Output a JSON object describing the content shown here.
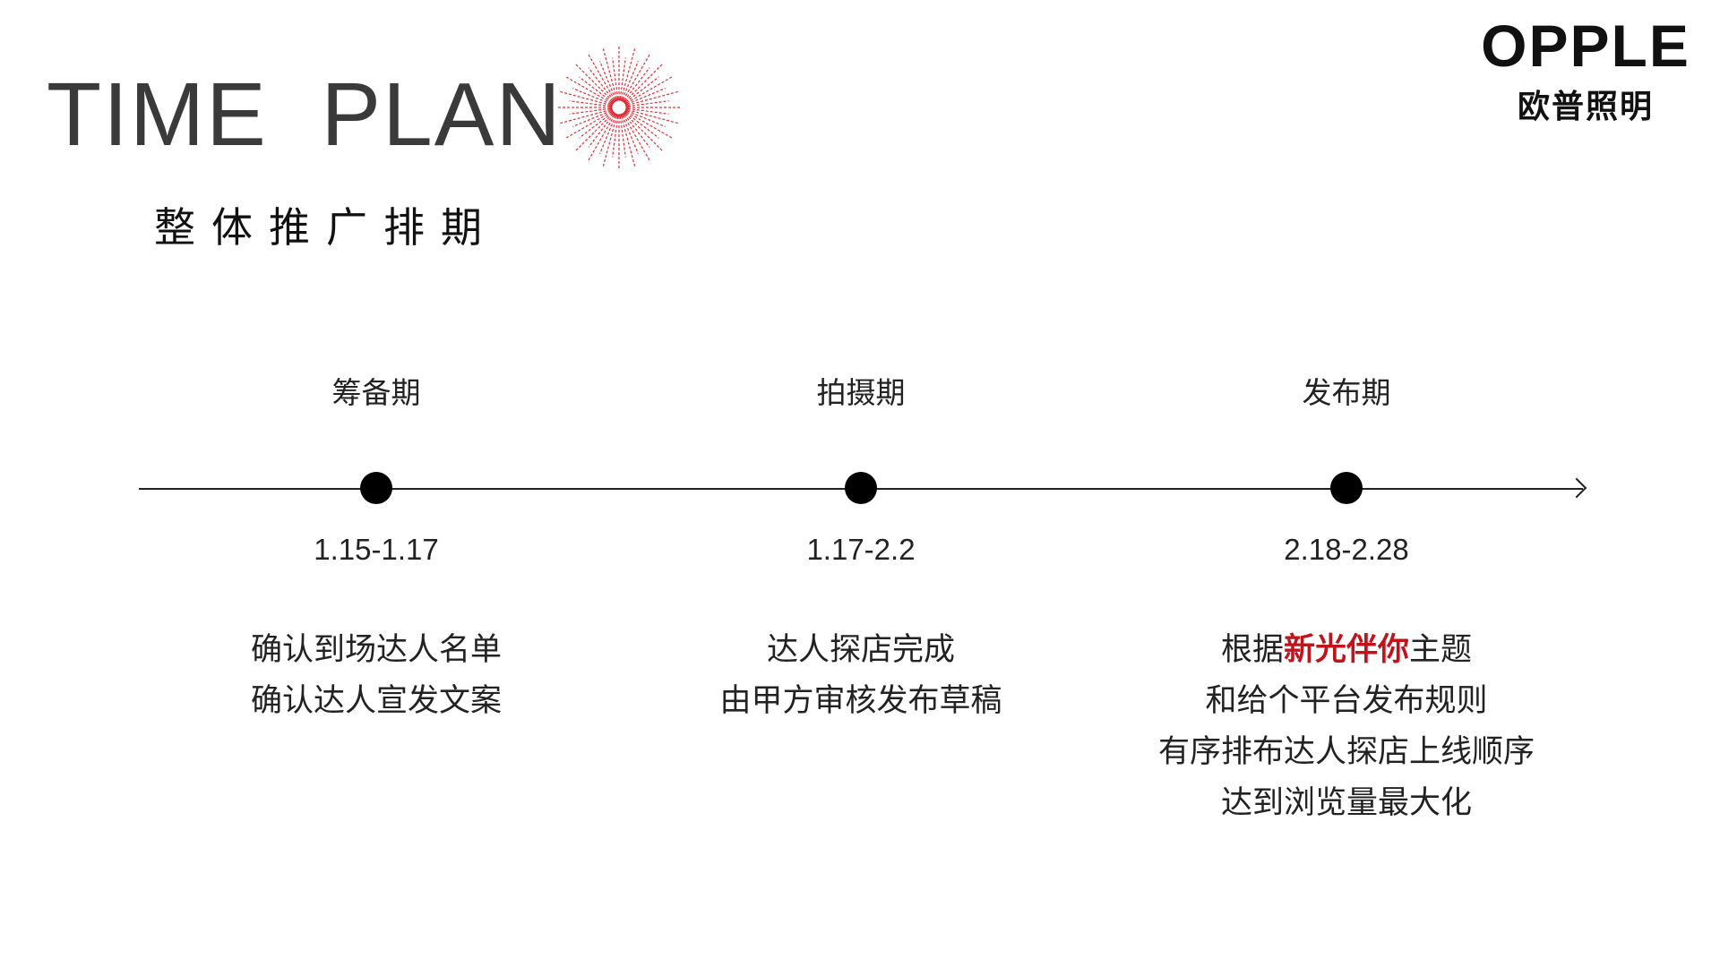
{
  "header": {
    "title": "TIME  PLAN",
    "subtitle": "整体推广排期"
  },
  "logo": {
    "en": "OPPLE",
    "cn": "欧普照明"
  },
  "colors": {
    "accent": "#c0131b",
    "burst": "#e0303a"
  },
  "phases": [
    {
      "label": "筹备期",
      "date": "1.15-1.17",
      "lines": [
        "确认到场达人名单",
        "确认达人宣发文案"
      ]
    },
    {
      "label": "拍摄期",
      "date": "1.17-2.2",
      "lines": [
        "达人探店完成",
        "由甲方审核发布草稿"
      ]
    },
    {
      "label": "发布期",
      "date": "2.18-2.28",
      "line1_pre": "根据",
      "line1_highlight": "新光伴你",
      "line1_post": "主题",
      "lines": [
        "和给个平台发布规则",
        "有序排布达人探店上线顺序",
        "达到浏览量最大化"
      ]
    }
  ]
}
